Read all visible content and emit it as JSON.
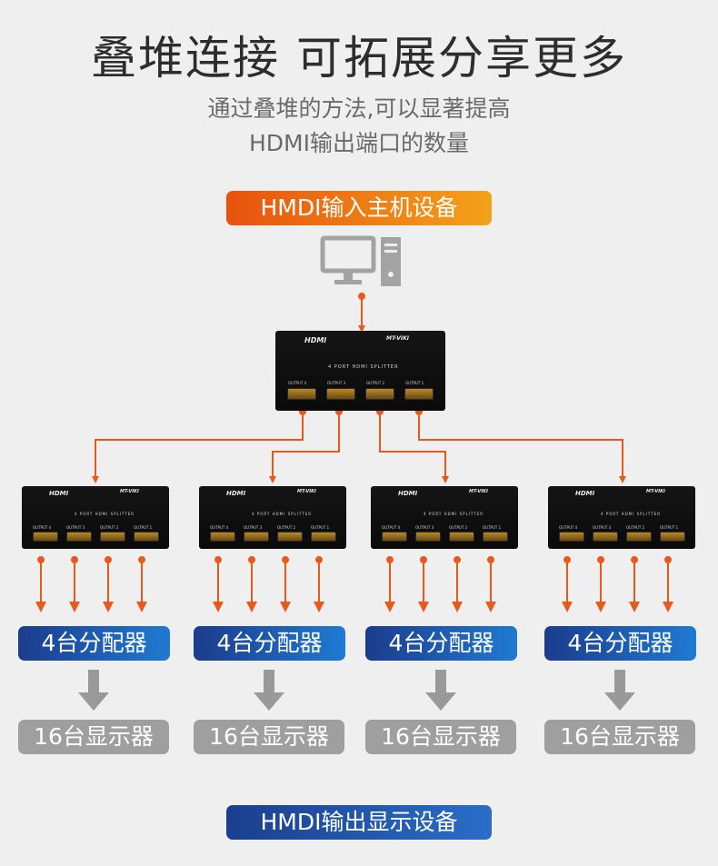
{
  "header": {
    "title": "叠堆连接 可拓展分享更多",
    "subtitle_line1": "通过叠堆的方法,可以显著提高",
    "subtitle_line2": "HDMI输出端口的数量"
  },
  "input_label": "HMDI输入主机设备",
  "output_label": "HMDI输出显示设备",
  "main_splitter": {
    "brand": "HDMI",
    "logo": "MT-VIKI",
    "model": "4 PORT HDMI SPLITTER",
    "ports": [
      "OUTPUT 4",
      "OUTPUT 3",
      "OUTPUT 2",
      "OUTPUT 1"
    ]
  },
  "branches": [
    {
      "splitter_brand": "HDMI",
      "splitter_logo": "MT-VIKI",
      "splitter_model": "4 PORT HDMI SPLITTER",
      "ports": [
        "OUTPUT 4",
        "OUTPUT 3",
        "OUTPUT 2",
        "OUTPUT 1"
      ],
      "distributor_label": "4台分配器",
      "monitor_label": "16台显示器"
    },
    {
      "splitter_brand": "HDMI",
      "splitter_logo": "MT-VIKI",
      "splitter_model": "4 PORT HDMI SPLITTER",
      "ports": [
        "OUTPUT 4",
        "OUTPUT 3",
        "OUTPUT 2",
        "OUTPUT 1"
      ],
      "distributor_label": "4台分配器",
      "monitor_label": "16台显示器"
    },
    {
      "splitter_brand": "HDMI",
      "splitter_logo": "MT-VIKI",
      "splitter_model": "4 PORT HDMI SPLITTER",
      "ports": [
        "OUTPUT 4",
        "OUTPUT 3",
        "OUTPUT 2",
        "OUTPUT 1"
      ],
      "distributor_label": "4台分配器",
      "monitor_label": "16台显示器"
    },
    {
      "splitter_brand": "HDMI",
      "splitter_logo": "MT-VIKI",
      "splitter_model": "4 PORT HDMI SPLITTER",
      "ports": [
        "OUTPUT 4",
        "OUTPUT 3",
        "OUTPUT 2",
        "OUTPUT 1"
      ],
      "distributor_label": "4台分配器",
      "monitor_label": "16台显示器"
    }
  ],
  "colors": {
    "connector": "#e8591c",
    "input_gradient": [
      "#e8520f",
      "#f3a21a"
    ],
    "distributor_gradient": [
      "#1c3c8c",
      "#1f7ad2"
    ],
    "monitor_bg": "#9f9f9f",
    "down_arrow": "#999999"
  },
  "icons": [
    "computer-icon"
  ]
}
